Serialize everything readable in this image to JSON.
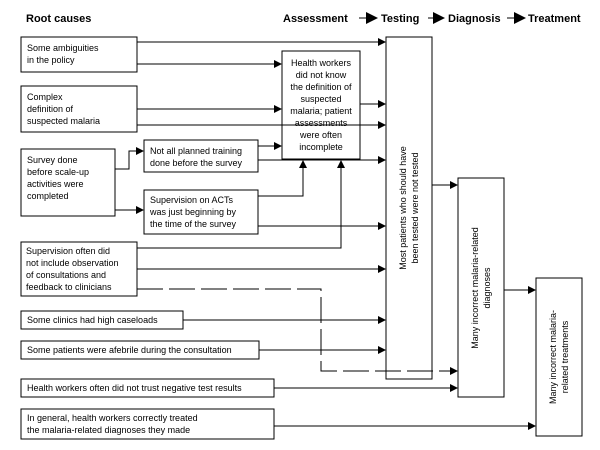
{
  "headers": {
    "root_causes": "Root causes",
    "assessment": "Assessment",
    "testing": "Testing",
    "diagnosis": "Diagnosis",
    "treatment": "Treatment"
  },
  "causes": {
    "ambiguities": [
      "Some ambiguities",
      "in the policy"
    ],
    "complex_definition": [
      "Complex",
      "definition of",
      "suspected malaria"
    ],
    "survey_timing": [
      "Survey done",
      "before scale-up",
      "activities were",
      "completed"
    ],
    "training": [
      "Not all planned training",
      "done before the survey"
    ],
    "supervision_acts": [
      "Supervision on ACTs",
      "was just beginning by",
      "the time of the survey"
    ],
    "supervision_observation": [
      "Supervision often did",
      "not include observation",
      "of consultations and",
      "feedback to clinicians"
    ],
    "caseloads": [
      "Some clinics had high caseloads"
    ],
    "afebrile": [
      "Some patients were afebrile during the consultation"
    ],
    "distrust": [
      "Health workers often did not trust negative test results"
    ],
    "correct_treatment": [
      "In general, health workers correctly treated",
      "the malaria-related diagnoses they made"
    ]
  },
  "outcomes": {
    "assessment": [
      "Health workers",
      "did not know",
      "the definition of",
      "suspected",
      "malaria; patient",
      "assessments",
      "were often",
      "incomplete"
    ],
    "testing": [
      "Most patients who should have",
      "been tested were not tested"
    ],
    "diagnosis": [
      "Many incorrect malaria-related",
      "diagnoses"
    ],
    "treatment": [
      "Many incorrect malaria-",
      "related treatments"
    ]
  }
}
